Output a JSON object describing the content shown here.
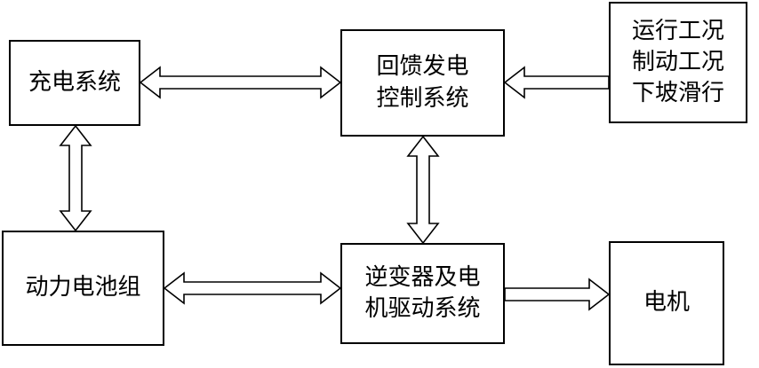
{
  "diagram": {
    "nodes": {
      "charging": {
        "lines": [
          "充电系统"
        ]
      },
      "feedback": {
        "lines": [
          "回馈发电",
          "控制系统"
        ]
      },
      "conditions": {
        "lines": [
          "运行工况",
          "制动工况",
          "下坡滑行"
        ]
      },
      "battery": {
        "lines": [
          "动力电池组"
        ]
      },
      "inverter": {
        "lines": [
          "逆变器及电",
          "机驱动系统"
        ]
      },
      "motor": {
        "lines": [
          "电机"
        ]
      }
    },
    "edges": [
      {
        "from": "charging",
        "to": "feedback",
        "direction": "both"
      },
      {
        "from": "conditions",
        "to": "feedback",
        "direction": "forward"
      },
      {
        "from": "charging",
        "to": "battery",
        "direction": "both"
      },
      {
        "from": "feedback",
        "to": "inverter",
        "direction": "both"
      },
      {
        "from": "battery",
        "to": "inverter",
        "direction": "both"
      },
      {
        "from": "inverter",
        "to": "motor",
        "direction": "forward"
      }
    ]
  }
}
